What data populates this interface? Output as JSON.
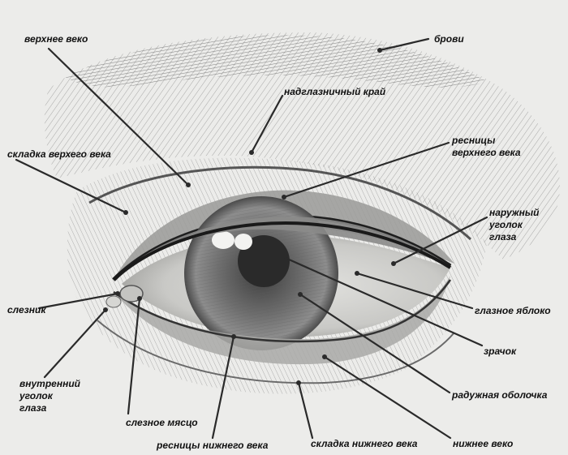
{
  "labels": {
    "upper_eyelid": "верхнее веко",
    "brows": "брови",
    "supraorbital_edge": "надглазничный край",
    "upper_lid_fold": "складка верхего века",
    "upper_lashes": "ресницы\nверхнего века",
    "outer_corner": "наружный\nуголок\nглаза",
    "lacrimal_lake": "слезник",
    "eyeball": "глазное яблоко",
    "pupil": "зрачок",
    "inner_corner": "внутренний\nуголок\nглаза",
    "iris": "радужная оболочка",
    "lacrimal_caruncle": "слезное мясцо",
    "lower_eyelid": "нижнее веко",
    "lower_lashes": "ресницы нижнего века",
    "lower_lid_fold": "складка нижнего века"
  },
  "colors": {
    "paper": "#ececea",
    "graphite_dark": "#2a2a2a",
    "graphite_mid": "#7d7d7d",
    "graphite_light": "#b9b9b7"
  }
}
